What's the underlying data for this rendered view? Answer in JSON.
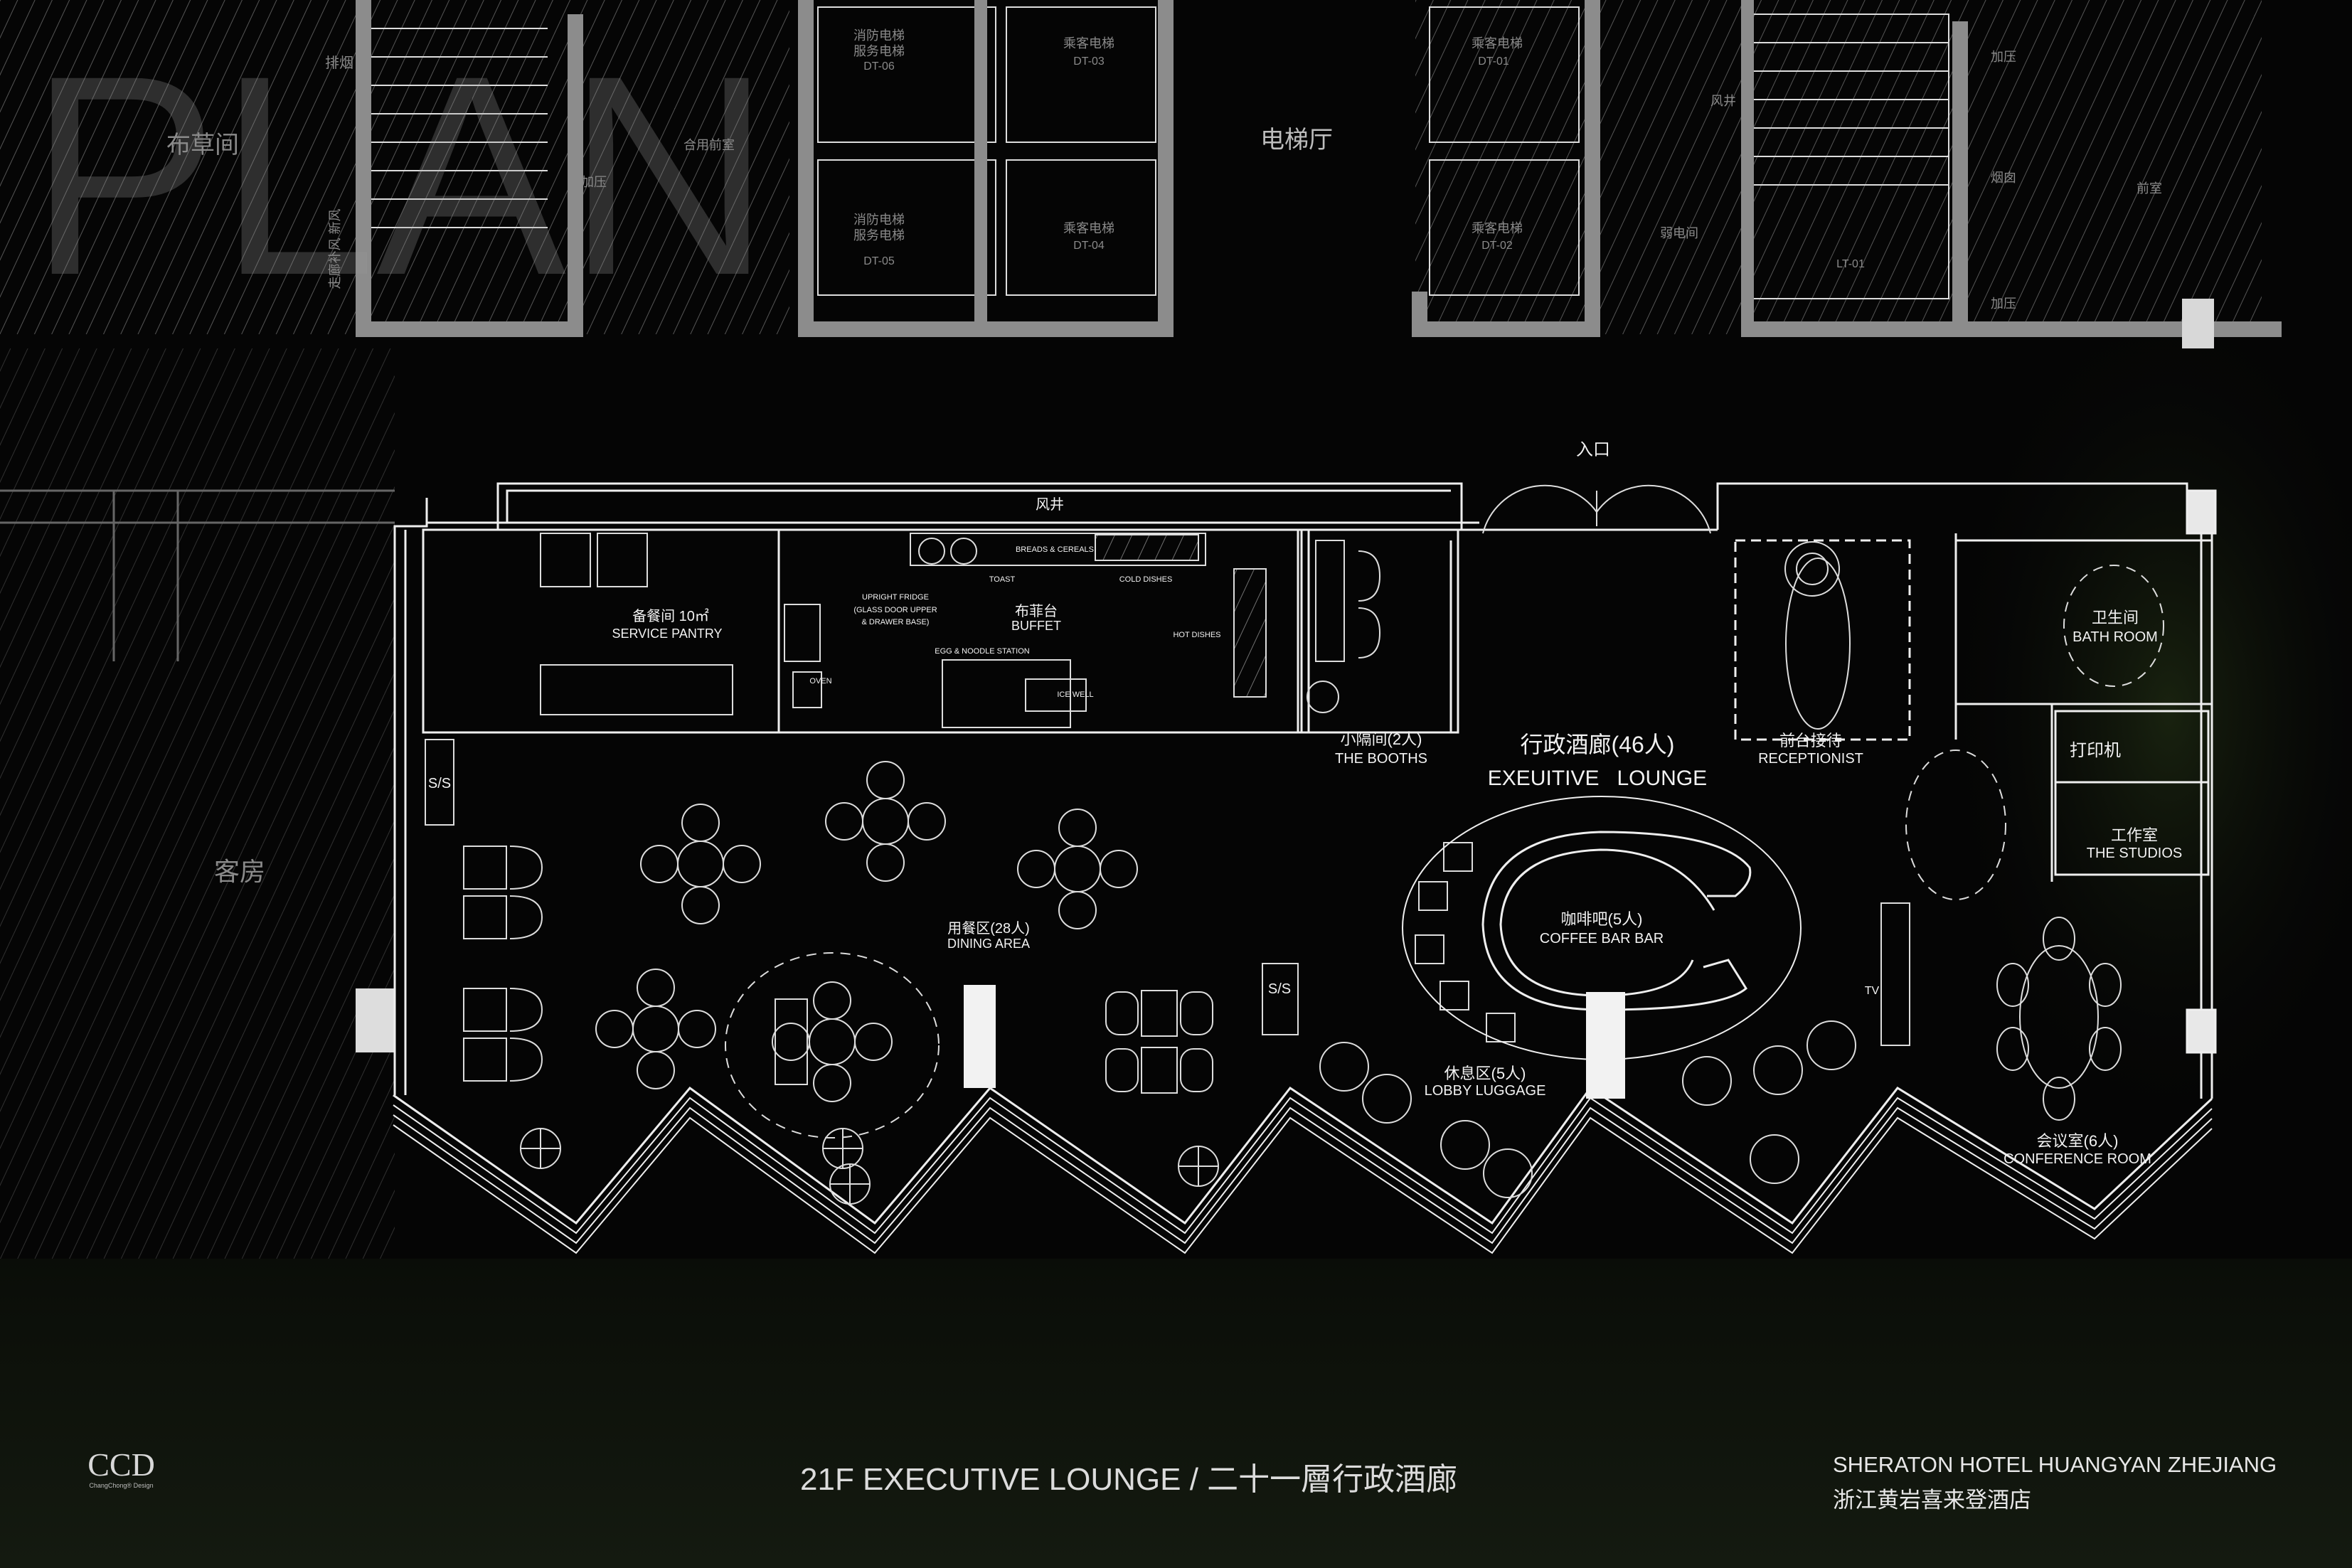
{
  "watermark": "PLAN",
  "core": {
    "linen_room": "布草间",
    "smoke_exhaust": "排烟",
    "corridor_air": "走廊补风 新风",
    "shared_lobby": "合用前室",
    "pressurize_1": "加压",
    "fire_elevator_a": "消防电梯",
    "service_elevator_a": "服务电梯",
    "dt06": "DT-06",
    "fire_elevator_b": "消防电梯",
    "service_elevator_b": "服务电梯",
    "dt05": "DT-05",
    "passenger_elevator_a": "乘客电梯",
    "dt03": "DT-03",
    "passenger_elevator_b": "乘客电梯",
    "dt04": "DT-04",
    "elevator_hall": "电梯厅",
    "passenger_elevator_c": "乘客电梯",
    "dt01": "DT-01",
    "passenger_elevator_d": "乘客电梯",
    "dt02": "DT-02",
    "air_shaft": "风井",
    "weak_current_room": "弱电间",
    "lt01": "LT-01",
    "pressurize_2": "加压",
    "flue": "烟囱",
    "pressurize_3": "加压",
    "front_room": "前室",
    "guest_room": "客房"
  },
  "plan": {
    "entrance": "入口",
    "air_shaft": "风井",
    "pantry_cn": "备餐间 10㎡",
    "pantry_en": "SERVICE PANTRY",
    "fridge_1": "UPRIGHT FRIDGE",
    "fridge_2": "(GLASS DOOR UPPER",
    "fridge_3": "& DRAWER BASE)",
    "buffet_cn": "布菲台",
    "buffet_en": "BUFFET",
    "breads": "BREADS & CEREALS",
    "toast": "TOAST",
    "cold_dishes": "COLD DISHES",
    "hot_dishes": "HOT DISHES",
    "egg_noodle": "EGG & NOODLE STATION",
    "oven": "OVEN",
    "ice_well": "ICE WELL",
    "booths_cn": "小隔间(2人)",
    "booths_en": "THE BOOTHS",
    "lounge_cn": "行政酒廊(46人)",
    "lounge_en": "EXEUITIVE   LOUNGE",
    "reception_cn": "前台接待",
    "reception_en": "RECEPTIONIST",
    "bath_cn": "卫生间",
    "bath_en": "BATH ROOM",
    "printer_cn": "打印机",
    "studio_cn": "工作室",
    "studio_en": "THE STUDIOS",
    "coffee_cn": "咖啡吧(5人)",
    "coffee_en": "COFFEE BAR BAR",
    "dining_cn": "用餐区(28人)",
    "dining_en": "DINING AREA",
    "ss_1": "S/S",
    "ss_2": "S/S",
    "tv": "TV",
    "lobby_cn": "休息区(5人)",
    "lobby_en": "LOBBY LUGGAGE",
    "conf_cn": "会议室(6人)",
    "conf_en": "CONFERENCE ROOM"
  },
  "footer": {
    "logo": "CCD",
    "logo_sub": "ChangChong® Design",
    "title": "21F EXECUTIVE LOUNGE /  二十一層行政酒廊",
    "hotel_en": "SHERATON HOTEL HUANGYAN ZHEJIANG",
    "hotel_cn": "浙江黄岩喜来登酒店"
  },
  "colors": {
    "background": "#050505",
    "line": "#eeeeee",
    "hatch": "#7a7a7a",
    "wall": "#8c8c8c"
  }
}
